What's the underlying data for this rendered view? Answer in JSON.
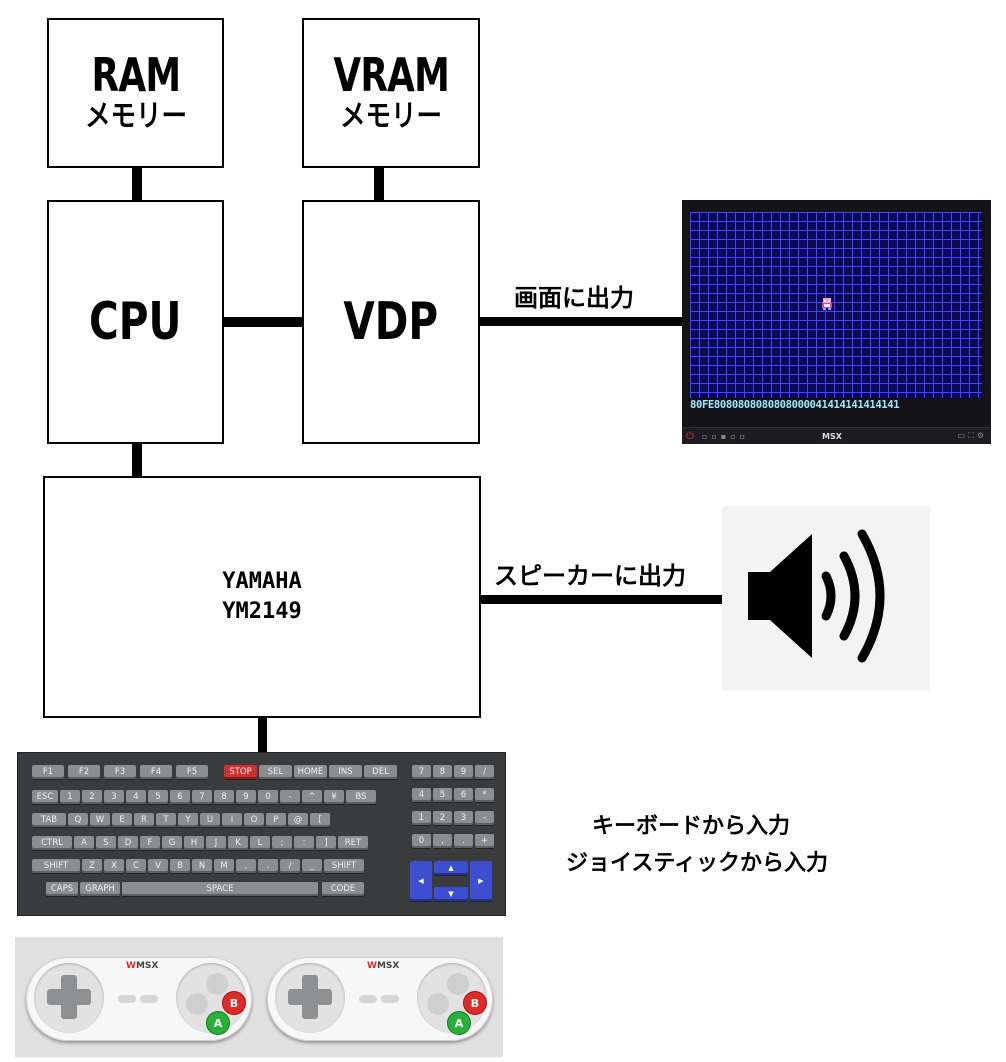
{
  "blocks": {
    "ram": {
      "title": "RAM",
      "subtitle": "メモリー"
    },
    "vram": {
      "title": "VRAM",
      "subtitle": "メモリー"
    },
    "cpu": {
      "title": "CPU"
    },
    "vdp": {
      "title": "VDP"
    },
    "psg": {
      "line1": "YAMAHA",
      "line2": "YM2149"
    }
  },
  "labels": {
    "screen_output": "画面に出力",
    "speaker_output": "スピーカーに出力",
    "keyboard_input": "キーボードから入力",
    "joystick_input": "ジョイスティックから入力"
  },
  "screen": {
    "hex_row": "80FE8080808080808000041414141414141",
    "brand": "MSX"
  },
  "keyboard": {
    "function_keys": [
      "F1",
      "F2",
      "F3",
      "F4",
      "F5"
    ],
    "control_keys": [
      "STOP",
      "SEL",
      "HOME",
      "INS",
      "DEL"
    ],
    "row1": [
      "ESC",
      "1",
      "2",
      "3",
      "4",
      "5",
      "6",
      "7",
      "8",
      "9",
      "0",
      "-",
      "^",
      "¥",
      "BS"
    ],
    "row2": [
      "TAB",
      "Q",
      "W",
      "E",
      "R",
      "T",
      "Y",
      "U",
      "I",
      "O",
      "P",
      "@",
      "["
    ],
    "row3": [
      "CTRL",
      "A",
      "S",
      "D",
      "F",
      "G",
      "H",
      "J",
      "K",
      "L",
      ";",
      ":",
      "]",
      "RET"
    ],
    "row4": [
      "SHIFT",
      "Z",
      "X",
      "C",
      "V",
      "B",
      "N",
      "M",
      ",",
      ".",
      "/",
      "_",
      "SHIFT"
    ],
    "row5": [
      "CAPS",
      "GRAPH",
      "SPACE",
      "CODE"
    ],
    "numpad": [
      "7",
      "8",
      "9",
      "/",
      "4",
      "5",
      "6",
      "*",
      "1",
      "2",
      "3",
      "-",
      "0",
      ",",
      ".",
      "+"
    ]
  },
  "gamepad": {
    "brand": "MSX",
    "button_a": "A",
    "button_b": "B"
  }
}
